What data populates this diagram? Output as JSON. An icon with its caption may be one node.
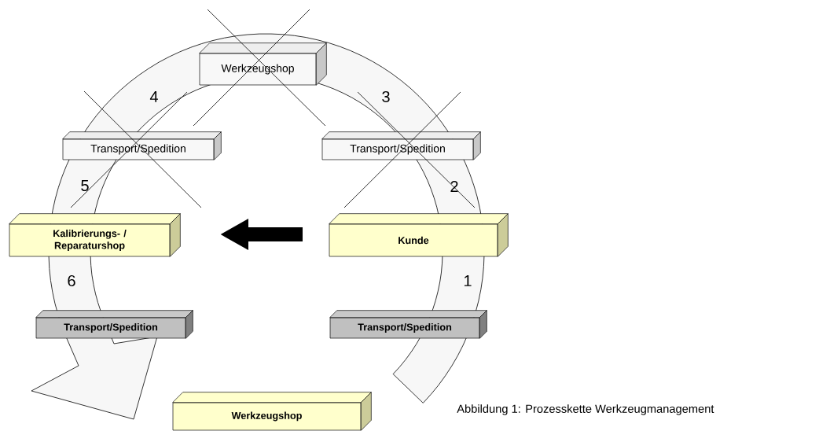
{
  "diagram": {
    "caption": "Abbildung 1: Prozesskette Werkzeugmanagement",
    "nodes": [
      {
        "text": [
          "Werkzeugshop"
        ]
      },
      {
        "text": [
          "Transport/Spedition"
        ]
      },
      {
        "text": [
          "Transport/Spedition"
        ]
      },
      {
        "text": [
          "Kalibrierungs- / Reparaturshop"
        ]
      },
      {
        "text": [
          "Kunde"
        ]
      },
      {
        "text": [
          "Transport/Spedition"
        ]
      },
      {
        "text": [
          "Transport/Spedition"
        ]
      },
      {
        "text": [
          "Werkzeugshop"
        ]
      }
    ],
    "labels": [
      "4",
      "3",
      "5",
      "2",
      "6",
      "1"
    ]
  }
}
